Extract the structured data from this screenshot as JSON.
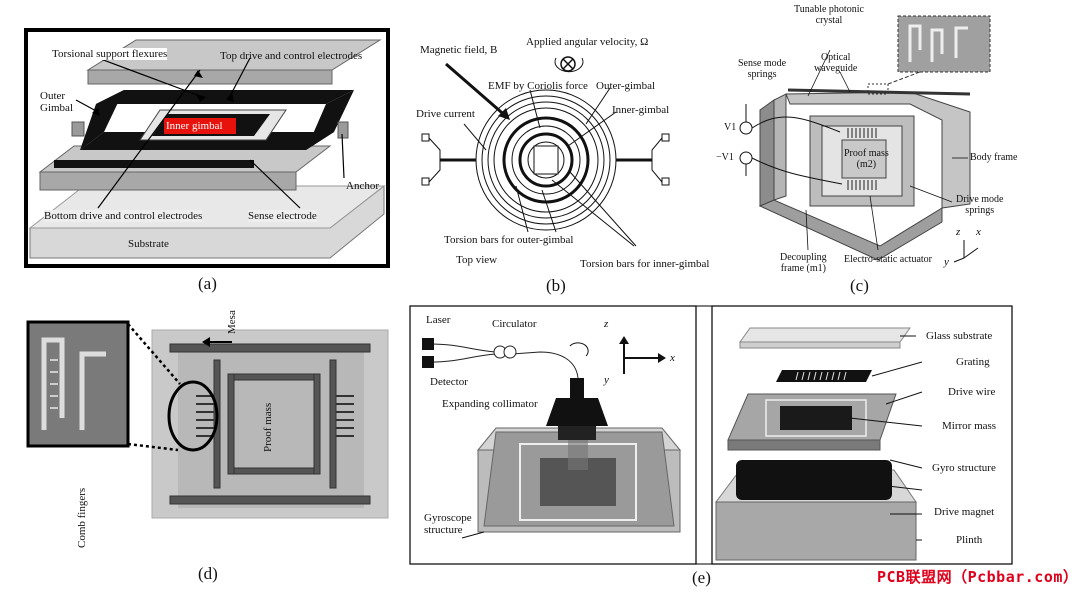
{
  "panel_a": {
    "caption": "(a)",
    "labels": {
      "torsional_flexures": "Torsional support flexures",
      "top_electrodes": "Top drive and control electrodes",
      "outer_gimbal": "Outer\nGimbal",
      "inner_gimbal": "Inner gimbal",
      "anchor": "Anchor",
      "bottom_electrodes": "Bottom drive and control electrodes",
      "sense_electrode": "Sense electrode",
      "substrate": "Substrate"
    }
  },
  "panel_b": {
    "caption": "(b)",
    "labels": {
      "magnetic_field": "Magnetic field, B",
      "angular_velocity": "Applied angular velocity, Ω",
      "emf": "EMF by Coriolis force",
      "outer_gimbal": "Outer-gimbal",
      "inner_gimbal": "Inner-gimbal",
      "drive_current": "Drive current",
      "torsion_outer": "Torsion bars for outer-gimbal",
      "top_view": "Top view",
      "torsion_inner": "Torsion bars for inner-gimbal"
    }
  },
  "panel_c": {
    "caption": "(c)",
    "labels": {
      "tunable_crystal": "Tunable photonic\ncrystal",
      "sense_springs": "Sense mode\nsprings",
      "optical_waveguide": "Optical\nwaveguide",
      "v1": "V1",
      "neg_v1": "−V1",
      "proof_mass": "Proof mass\n(m2)",
      "body_frame": "Body frame",
      "drive_springs": "Drive mode\nsprings",
      "decoupling_frame": "Decoupling\nframe (m1)",
      "actuator": "Electro-static actuator",
      "axis_z": "z",
      "axis_x": "x",
      "axis_y": "y"
    }
  },
  "panel_d": {
    "caption": "(d)",
    "labels": {
      "mesa": "Mesa",
      "proof_mass": "Proof mass",
      "comb_fingers": "Comb fingers"
    }
  },
  "panel_e": {
    "caption": "(e)",
    "labels": {
      "laser": "Laser",
      "circulator": "Circulator",
      "detector": "Detector",
      "collimator": "Expanding collimator",
      "gyroscope": "Gyroscope\nstructure",
      "axis_z": "z",
      "axis_x": "x",
      "axis_y": "y",
      "glass": "Glass substrate",
      "grating": "Grating",
      "drive_wire": "Drive wire",
      "mirror_mass": "Mirror mass",
      "gyro_structure": "Gyro structure",
      "drive_magnet": "Drive magnet",
      "plinth": "Plinth"
    }
  },
  "watermark": "PCB联盟网（Pcbbar.com）"
}
